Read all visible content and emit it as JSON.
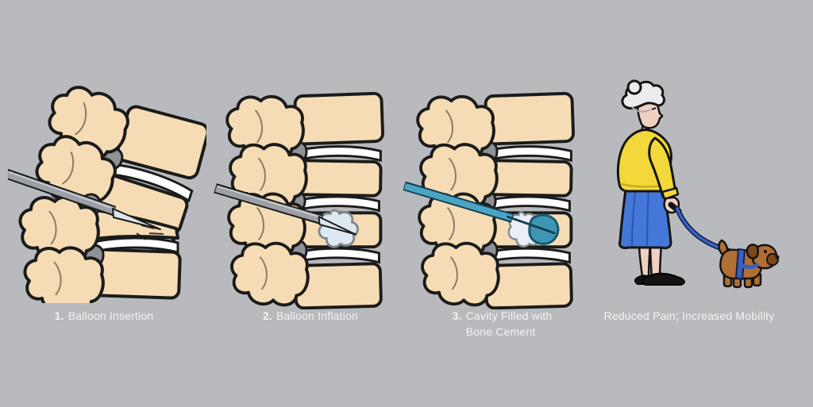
{
  "page": {
    "background": "#b9babd"
  },
  "panels": [
    {
      "step": "1.",
      "label": "Balloon Insertion",
      "illustration": "spine-lateral-view-needle-inserted-into-compressed-vertebra"
    },
    {
      "step": "2.",
      "label": "Balloon Inflation",
      "illustration": "spine-lateral-view-balloon-inflated-inside-vertebral-body"
    },
    {
      "step": "3.",
      "label": "Cavity Filled with",
      "label_line2": "Bone Cement",
      "illustration": "spine-lateral-view-cavity-filled-with-bone-cement"
    },
    {
      "step": "",
      "label": "Reduced Pain; Increased Mobility",
      "illustration": "elderly-woman-walking-small-dog-on-leash"
    }
  ],
  "colors": {
    "background": "#b9babd",
    "bone": "#f5dcb4",
    "outline": "#1b1b1b",
    "disc": "#ffffff",
    "foramen_gray": "#8f9196",
    "needle_gray": "#9aa0a5",
    "stylet_light": "#dde4e9",
    "balloon_blue": "#dfe9f2",
    "cement_teal": "#3e96b5",
    "needle_teal": "#4ba4c4",
    "needle_teal_dark": "#123f50",
    "sweater_yellow": "#f2d838",
    "skirt_blue": "#4377d8",
    "skin": "#f0d0c2",
    "hair_gray": "#ececee",
    "shoe_black": "#141414",
    "dog_brown": "#b06f35",
    "dog_dark_brown": "#7e481c",
    "harness_blue": "#3a5fc0",
    "leash_blue": "#3a62c8",
    "caption_text": "#f3f3f4"
  }
}
